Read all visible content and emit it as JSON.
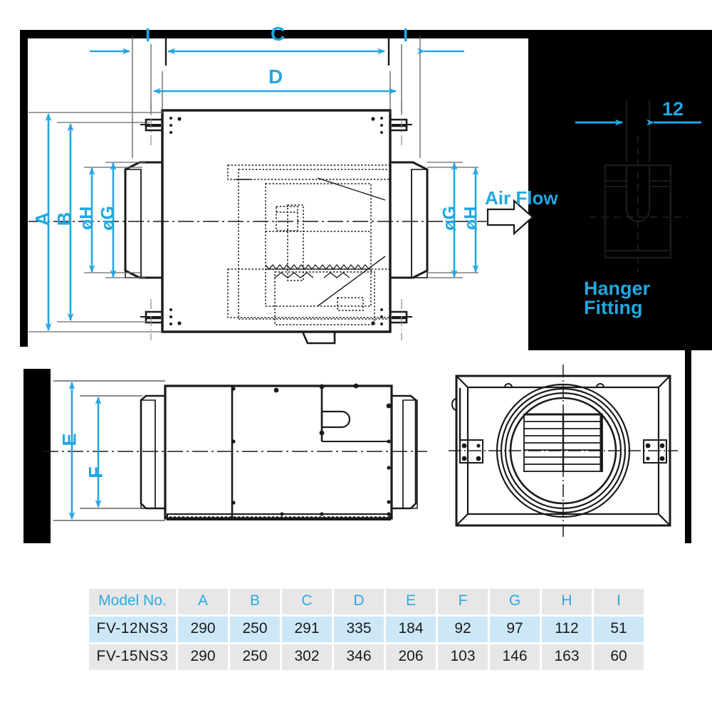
{
  "diagram": {
    "title_hidden": "",
    "dimension_labels": {
      "top_left_i": "I",
      "top_center_c": "C",
      "top_right_i": "I",
      "second_row_d": "D",
      "left_a": "A",
      "left_b": "B",
      "left_h": "øH",
      "left_g": "øG",
      "right_g": "øG",
      "right_h": "øH",
      "side_e": "E",
      "side_f": "F"
    },
    "annotations": {
      "air_flow": "Air Flow",
      "hanger_fitting": "Hanger Fitting",
      "hanger_dim": "12"
    }
  },
  "chart_data": {
    "type": "table",
    "title": "",
    "columns": [
      "Model No.",
      "A",
      "B",
      "C",
      "D",
      "E",
      "F",
      "G",
      "H",
      "I"
    ],
    "rows": [
      [
        "FV-12NS3",
        "290",
        "250",
        "291",
        "335",
        "184",
        "92",
        "97",
        "112",
        "51"
      ],
      [
        "FV-15NS3",
        "290",
        "250",
        "302",
        "346",
        "206",
        "103",
        "146",
        "163",
        "60"
      ]
    ],
    "row_styles": [
      "highlight",
      "normal"
    ],
    "colors": {
      "accent": "#22A7E0",
      "header_bg": "#E7E7E7",
      "row_highlight_bg": "#CCE8F8",
      "row_normal_bg": "#E7E7E7",
      "line": "#1a1a1a"
    }
  }
}
